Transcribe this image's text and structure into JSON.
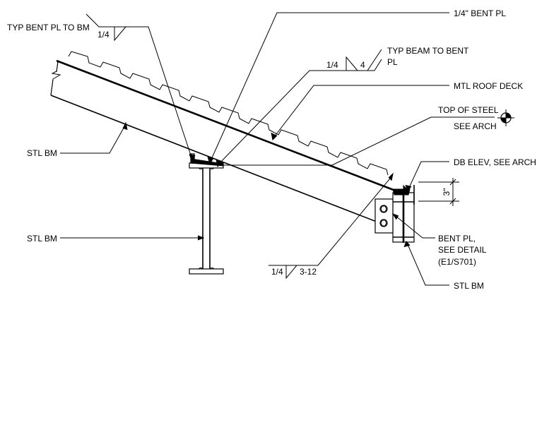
{
  "labels": {
    "typ_bent_pl_to_bm": "TYP BENT PL TO BM",
    "bent_pl_quarter": "1/4\" BENT PL",
    "typ_beam_to_bent_pl_line1": "TYP BEAM TO BENT",
    "typ_beam_to_bent_pl_line2": "PL",
    "mtl_roof_deck": "MTL ROOF DECK",
    "top_of_steel": "TOP OF STEEL",
    "see_arch": "SEE ARCH",
    "db_elev": "DB ELEV, SEE ARCH",
    "stl_bm_upper": "STL BM",
    "stl_bm_lower": "STL BM",
    "bent_pl_line1": "BENT PL,",
    "bent_pl_line2": "SEE DETAIL",
    "bent_pl_line3": "(E1/S701)",
    "stl_bm_bottom": "STL BM",
    "dimension_3in": "3\""
  },
  "welds": {
    "typ_bent_pl_size": "1/4",
    "beam_to_bent_size": "1/4",
    "beam_to_bent_length": "4",
    "bottom_size": "1/4",
    "bottom_length": "3-12"
  },
  "colors": {
    "ink": "#000000",
    "paper": "#ffffff"
  },
  "icons": {
    "elevation_marker": "elevation-datum-icon",
    "break_line": "break-line-icon"
  }
}
